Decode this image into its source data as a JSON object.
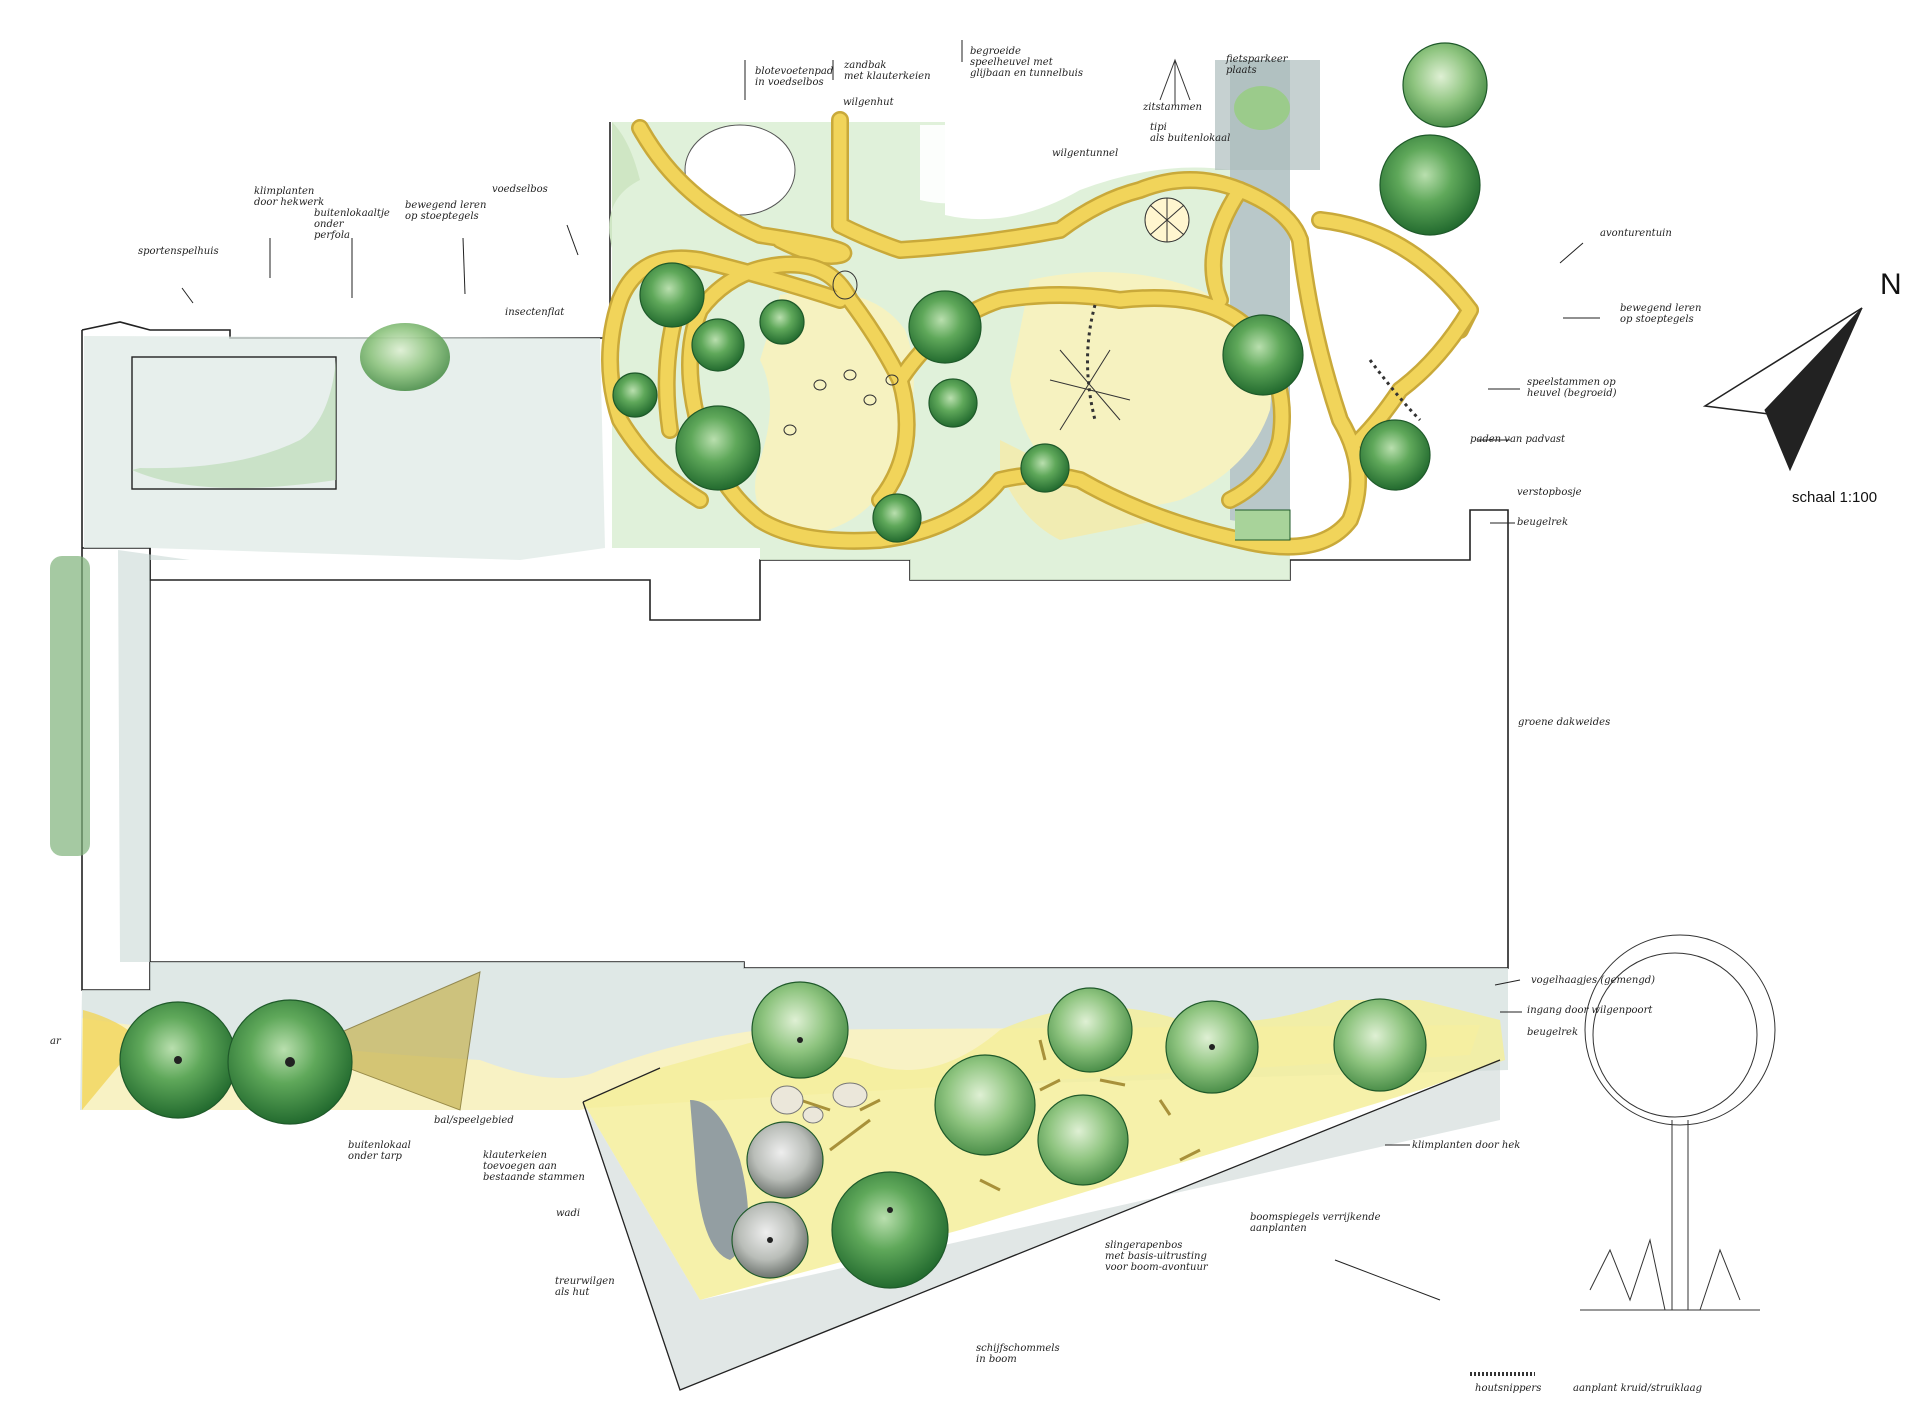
{
  "scale": "schaal 1:100",
  "north": "N",
  "labels": {
    "spel": "sportenspelhuis",
    "klim_hekwerk": "klimplanten\ndoor hekwerk",
    "buiten_perg": "buitenlokaaltje\nonder\nperfola",
    "bewegend1": "bewegend leren\nop stoeptegels",
    "voedsel": "voedselbos",
    "insect": "insectenflat",
    "bloten": "blotevoetenpad\nin voedselbos",
    "zandbak": "zandbak\nmet klauterkeien",
    "speelheuvel": "begroeide\nspeelheuvel met\nglijbaan en tunnelbuis",
    "wilgenhut": "wilgenhut",
    "zitstammen": "zitstammen",
    "tipi": "tipi\nals buitenlokaal",
    "fiets": "fietsparkeer\nplaats",
    "wilgentunnel": "wilgentunnel",
    "avontuur": "avonturentuin",
    "bewegend2": "bewegend leren\nop stoeptegels",
    "speelstammen": "speelstammen op\nheuvel (begroeid)",
    "paden": "paden van padvast",
    "verstop": "verstopbosje",
    "beugel1": "beugelrek",
    "groene_dak": "groene dakweides",
    "vogel": "vogelhaagjes (gemengd)",
    "ingang": "ingang door wilgenpoort",
    "beugel2": "beugelrek",
    "klim_hek": "klimplanten door hek",
    "bal": "bal/speelgebied",
    "buiten_tarp": "buitenlokaal\nonder tarp",
    "klauter": "klauterkeien\ntoevoegen aan\nbestaande stammen",
    "wadi": "wadi",
    "treur": "treurwilgen\nals hut",
    "slinger": "slingerapenbos\nmet basis-uitrusting\nvoor boom-avontuur",
    "boomspiegels": "boomspiegels verrijkende\naanplanten",
    "schijf": "schijfschommels\nin boom",
    "hout": "houtsnippers",
    "aanplant": "aanplant kruid/struiklaag",
    "edge": "ar"
  },
  "colors": {
    "path": "#f1d45a",
    "path_edge": "#c9a93a",
    "lawn": "#f6f2c0",
    "pale": "#fbf8dc",
    "ground_green": "#cfe6c4",
    "grey": "#c9d2cf",
    "grey_blue": "#b6c5c6",
    "tree_dark": "#2e7d3a",
    "tree_mid": "#4e9a4b",
    "tree_light": "#9acb8b",
    "ink": "#222222",
    "olive": "#c4b24a"
  }
}
